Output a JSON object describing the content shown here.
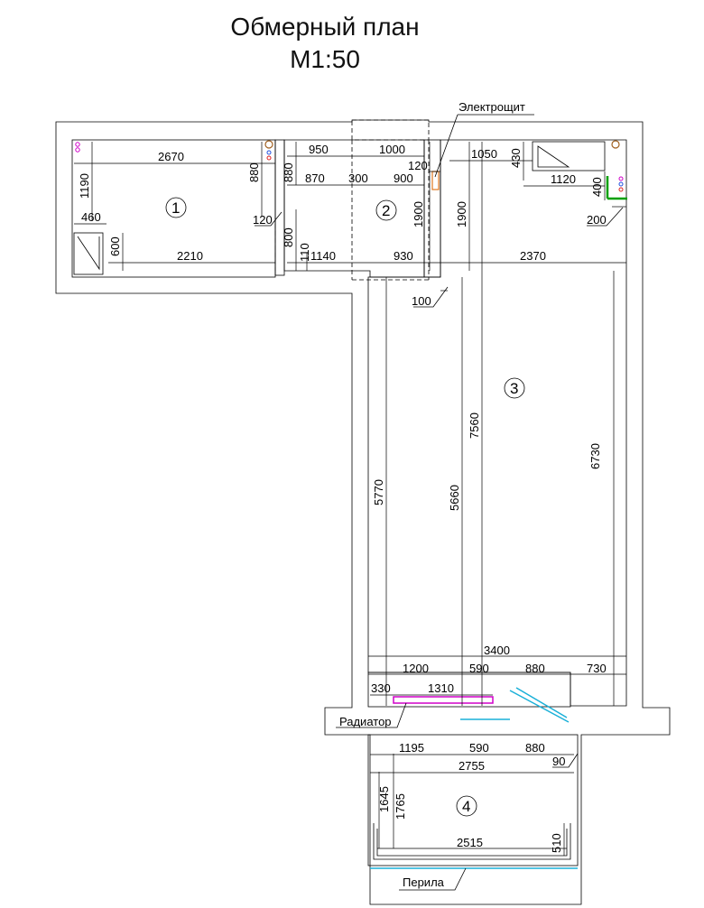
{
  "title": {
    "line1": "Обмерный план",
    "line2": "М1:50"
  },
  "labels": {
    "panel": "Электрощит",
    "radiator": "Радиатор",
    "railing": "Перила"
  },
  "rooms": [
    "1",
    "2",
    "3",
    "4"
  ],
  "dims": {
    "d2670": "2670",
    "d1190": "1190",
    "d880a": "880",
    "d880b": "880",
    "d460": "460",
    "d600": "600",
    "d2210": "2210",
    "d120a": "120",
    "d800": "800",
    "d110": "110",
    "d950": "950",
    "d1000": "1000",
    "d870": "870",
    "d300": "300",
    "d900": "900",
    "d120b": "120",
    "d1900a": "1900",
    "d1900b": "1900",
    "d1050": "1050",
    "d430": "430",
    "d1120": "1120",
    "d400": "400",
    "d200": "200",
    "d1140": "1140",
    "d930": "930",
    "d2370": "2370",
    "d100": "100",
    "d5770": "5770",
    "d5660": "5660",
    "d7560": "7560",
    "d6730": "6730",
    "d3400": "3400",
    "d1200": "1200",
    "d590a": "590",
    "d880c": "880",
    "d730": "730",
    "d330": "330",
    "d1310": "1310",
    "d1195": "1195",
    "d590b": "590",
    "d880d": "880",
    "d2755": "2755",
    "d90": "90",
    "d1645": "1645",
    "d1765": "1765",
    "d2515": "2515",
    "d510": "510"
  },
  "colors": {
    "line": "#000000",
    "radiator": "#d000c8",
    "window": "#1ab0d8",
    "panel": "#e07820",
    "riser_green": "#00a000",
    "pipe_brown": "#a06020",
    "pipe_blue": "#2050e0",
    "pipe_red": "#e02020"
  }
}
